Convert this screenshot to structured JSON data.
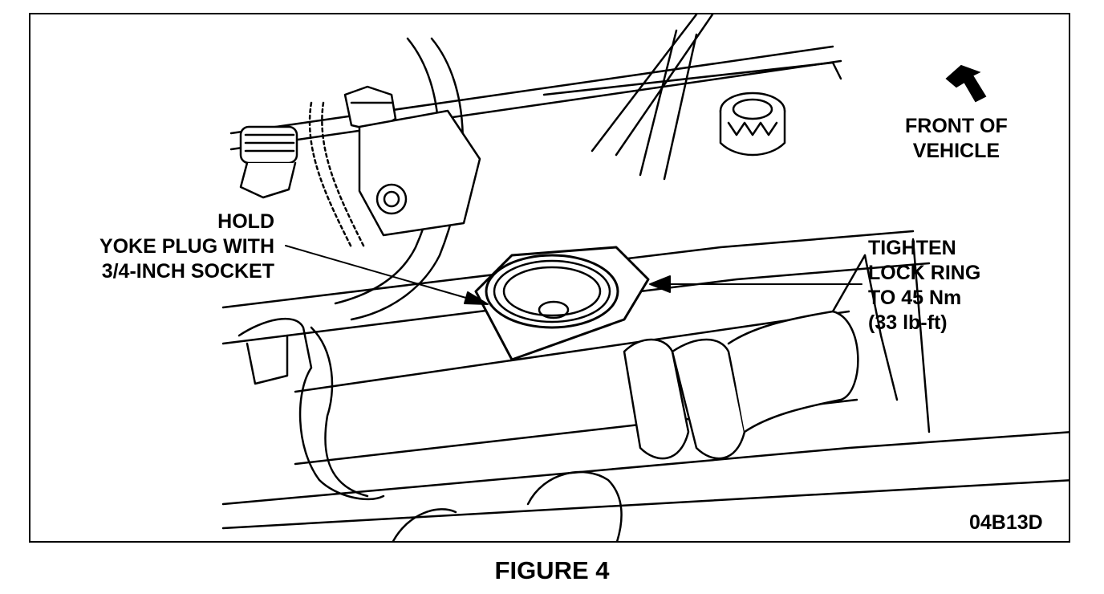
{
  "figure": {
    "caption": "FIGURE 4",
    "code": "04B13D"
  },
  "callouts": {
    "front": [
      "FRONT OF",
      "VEHICLE"
    ],
    "hold": [
      "HOLD",
      "YOKE PLUG WITH",
      "3/4-INCH SOCKET"
    ],
    "tighten": [
      "TIGHTEN",
      "LOCK RING",
      "TO 45 Nm",
      "(33 lb-ft)"
    ]
  },
  "icons": {
    "direction": "front-arrow-icon"
  }
}
